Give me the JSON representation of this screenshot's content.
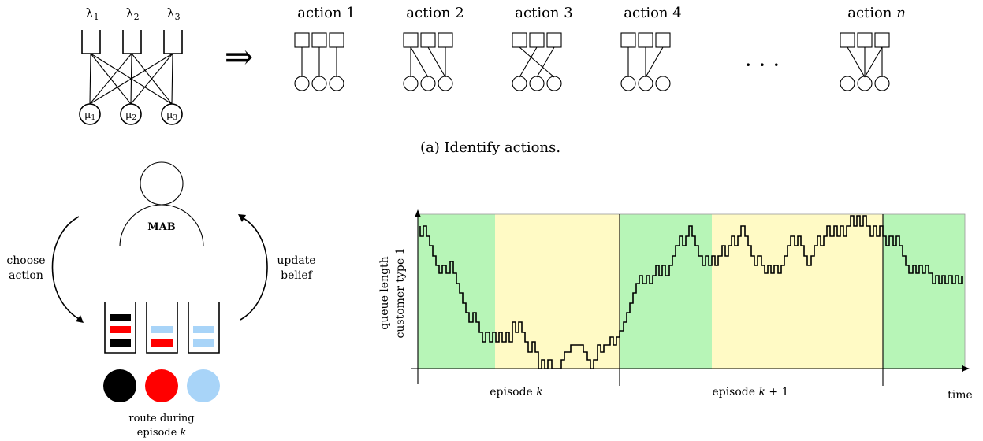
{
  "top_left": {
    "lambdas": [
      "λ1",
      "λ2",
      "λ3"
    ],
    "mus": [
      "μ1",
      "μ2",
      "μ3"
    ],
    "arrow": "⇒"
  },
  "actions": {
    "labels": [
      "action 1",
      "action 2",
      "action 3",
      "action 4",
      "action n"
    ],
    "ellipsis": "· · ·",
    "caption": "(a) Identify actions."
  },
  "mab": {
    "agent_label": "MAB",
    "choose_label": [
      "choose",
      "action"
    ],
    "update_label": [
      "update",
      "belief"
    ],
    "route_label": [
      "route during",
      "episode k"
    ],
    "colors": {
      "black": "#000000",
      "red": "#ff0000",
      "light_blue": "#a8d4f8"
    }
  },
  "plot": {
    "ylabel": [
      "queue length",
      "customer type 1"
    ],
    "xlabel": "time",
    "episodes": [
      "episode k",
      "episode k + 1"
    ],
    "band_colors": {
      "green": "#b7f5b7",
      "yellow": "#fffac5"
    }
  }
}
